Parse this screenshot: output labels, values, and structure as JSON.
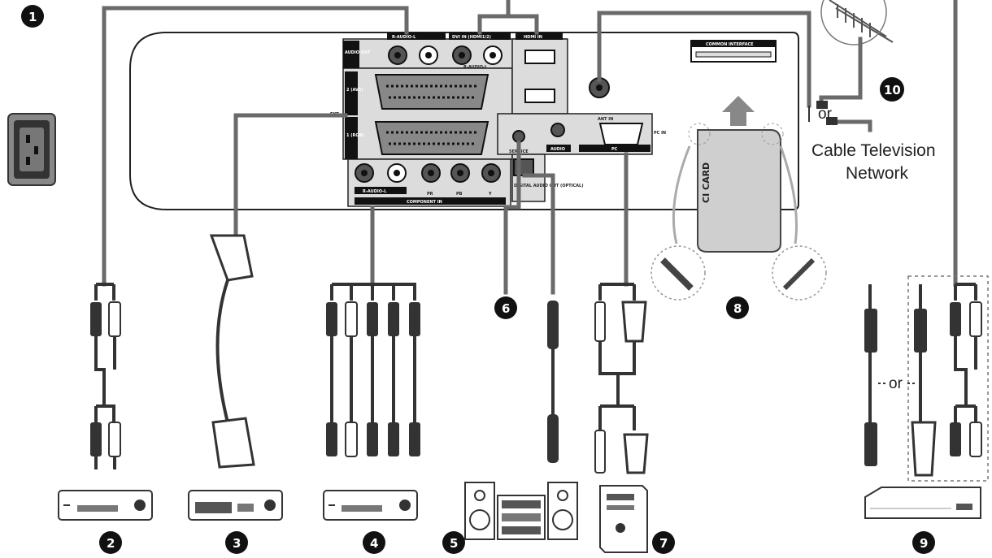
{
  "badges": [
    "1",
    "2",
    "3",
    "4",
    "5",
    "6",
    "7",
    "8",
    "9",
    "10"
  ],
  "labels": {
    "cable_tv_line1": "Cable Television",
    "cable_tv_line2": "Network",
    "or_antenna": "or",
    "or_dashed": "or"
  },
  "panel": {
    "audio_out_top": "R-AUDIO-L",
    "audio_out": "AUDIO OUT",
    "dvi_in": "DVI IN (HDMI1/2)",
    "dvi_audio": "R-AUDIO-L",
    "hdmi_in": "HDMI IN",
    "scart_2": "2 (AV2)",
    "scart_1": "1 (RGB)",
    "ext": "EXT",
    "service": "SERVICE",
    "audio": "AUDIO",
    "ant_in": "ANT IN",
    "pc": "PC",
    "pc_in": "PC IN",
    "digital_audio_out": "DIGITAL AUDIO OUT (OPTICAL)",
    "component_in": "COMPONENT IN",
    "comp_audio": "R-AUDIO-L",
    "comp_pr": "PR",
    "comp_pb": "PB",
    "comp_y": "Y",
    "common_interface": "COMMON INTERFACE",
    "ci_card": "CI CARD"
  }
}
